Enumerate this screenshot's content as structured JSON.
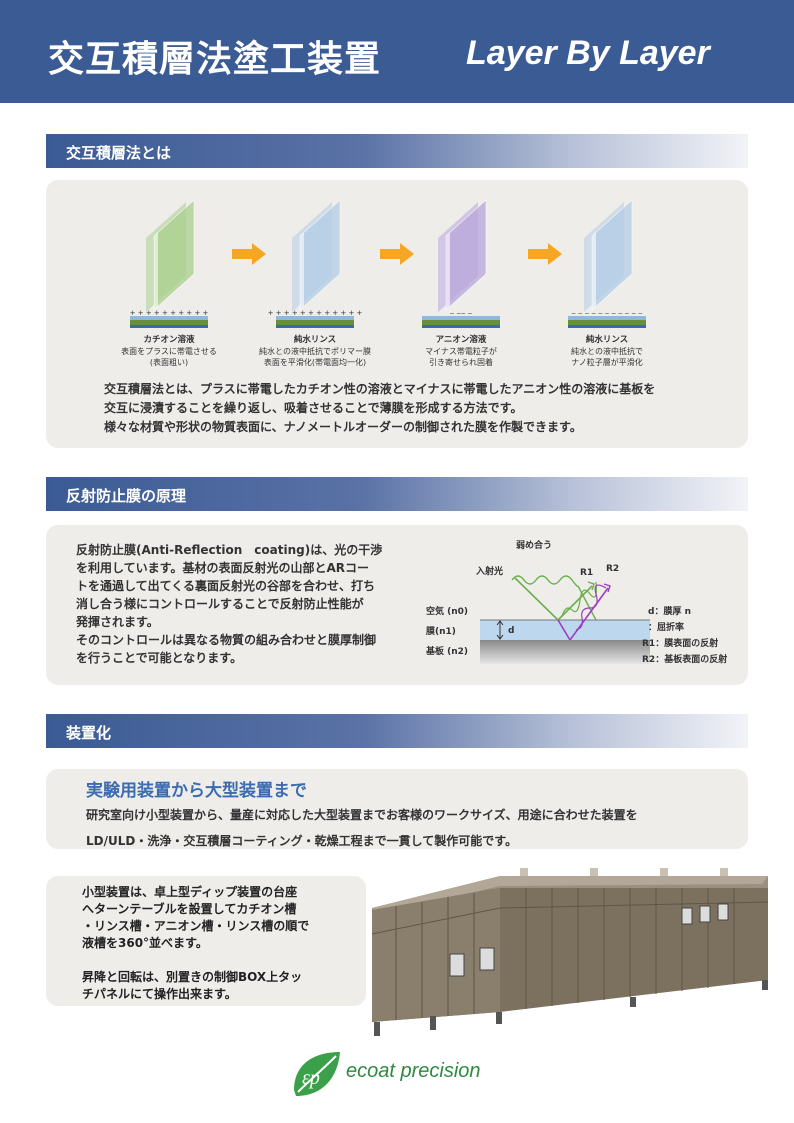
{
  "header": {
    "title_jp": "交互積層法塗工装置",
    "title_en": "Layer By Layer"
  },
  "sections": {
    "lbl": {
      "title": "交互積層法とは"
    },
    "ar": {
      "title": "反射防止膜の原理"
    },
    "device": {
      "title": "装置化"
    }
  },
  "process_steps": [
    {
      "name": "カチオン溶液",
      "line1": "表面をプラスに帯電させる",
      "line2": "(表面粗い)",
      "surface": "+ + + + + + + + + +",
      "color": "#a9d08e"
    },
    {
      "name": "純水リンス",
      "line1": "純水との液中抵抗でポリマー膜",
      "line2": "表面を平滑化(帯電面均一化)",
      "surface": "+ + + + + + + + + + + +",
      "color": "#b4cde6"
    },
    {
      "name": "アニオン溶液",
      "line1": "マイナス帯電粒子が",
      "line2": "引き寄せられ固着",
      "surface": "‒  ‒‒  ‒",
      "color": "#b8a6dc"
    },
    {
      "name": "純水リンス",
      "line1": "純水との液中抵抗で",
      "line2": "ナノ粒子層が平滑化",
      "surface": "‒ ‒ ‒ ‒ ‒ ‒ ‒ ‒ ‒ ‒ ‒",
      "color": "#b4cde6"
    }
  ],
  "lbl_description": [
    "交互積層法とは、プラスに帯電したカチオン性の溶液とマイナスに帯電したアニオン性の溶液に基板を",
    "交互に浸漬することを繰り返し、吸着させることで薄膜を形成する方法です。",
    "様々な材質や形状の物質表面に、ナノメートルオーダーの制御された膜を作製できます。"
  ],
  "ar_description": [
    "反射防止膜(Anti-Reflection　coating)は、光の干渉",
    "を利用しています。基材の表面反射光の山部とARコー",
    "トを通過して出てくる裏面反射光の谷部を合わせ、打ち",
    "消し合う様にコントロールすることで反射防止性能が",
    "発揮されます。",
    "そのコントロールは異なる物質の組み合わせと膜厚制御",
    "を行うことで可能となります。"
  ],
  "ar_diagram": {
    "top_label": "弱め合う",
    "incident": "入射光",
    "r1": "R1",
    "r2": "R2",
    "air": "空気 (n0)",
    "film": "膜(n1)",
    "substrate": "基板 (n2)",
    "d": "d",
    "legend": [
      "d：膜厚 n",
      "：屈折率",
      "R1：膜表面の反射",
      "R2：基板表面の反射"
    ]
  },
  "device": {
    "subtitle": "実験用装置から大型装置まで",
    "lines": [
      "研究室向け小型装置から、量産に対応した大型装置までお客様のワークサイズ、用途に合わせた装置を",
      "LD/ULD・洗浄・交互積層コーティング・乾燥工程まで一貫して製作可能です。"
    ],
    "small_lines": [
      "小型装置は、卓上型ディップ装置の台座",
      "へターンテーブルを設置してカチオン槽",
      "・リンス槽・アニオン槽・リンス槽の順で",
      "液槽を360°並べます。",
      "",
      "昇降と回転は、別置きの制御BOX上タッ",
      "チパネルにて操作出来ます。"
    ]
  },
  "logo": {
    "mark": "εp",
    "text": "ecoat precision"
  },
  "colors": {
    "header": "#3b5b94",
    "accent": "#3b6cb0",
    "arrow": "#f5a623",
    "logo": "#2d8a3e",
    "panel": "#efedea"
  }
}
